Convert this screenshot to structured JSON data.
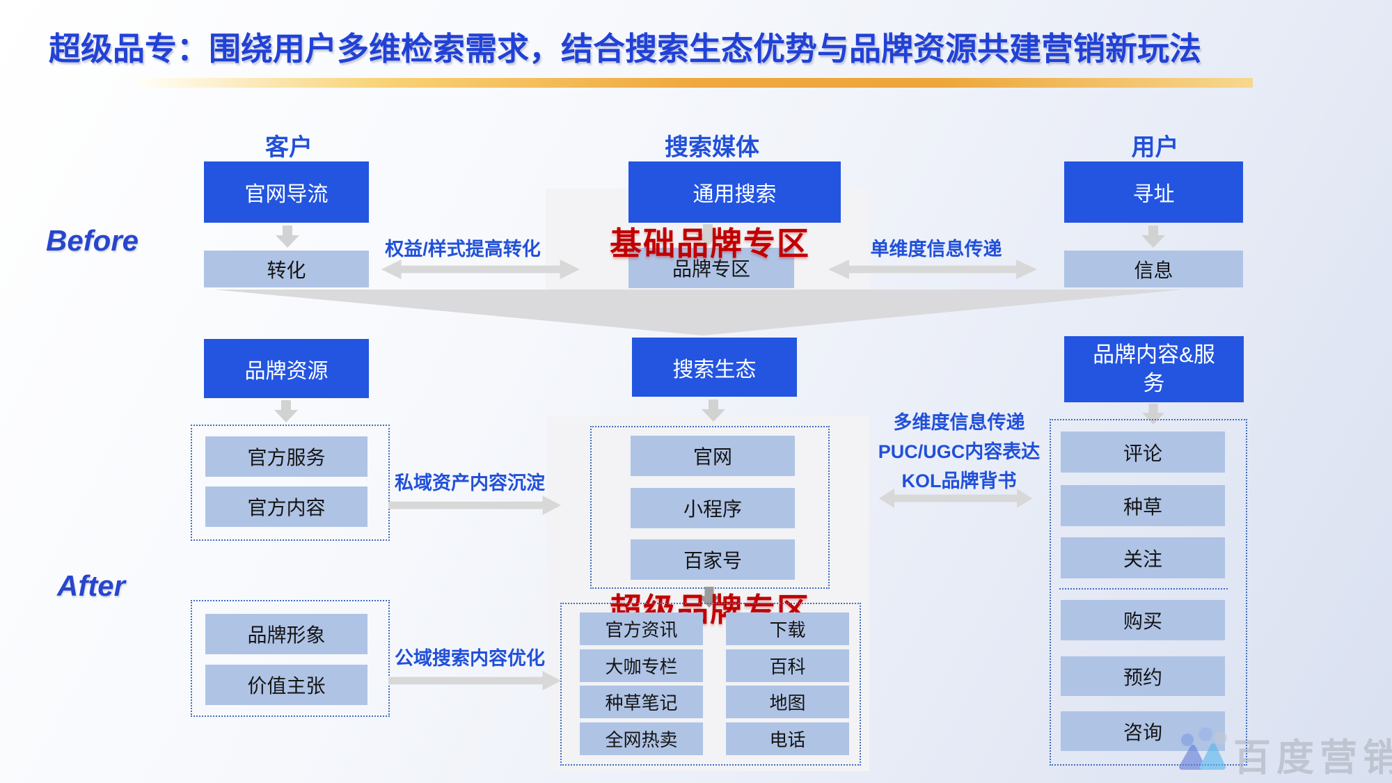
{
  "title": "超级品专：围绕用户多维检索需求，结合搜索生态优势与品牌资源共建营销新玩法",
  "stage_labels": {
    "before": "Before",
    "after": "After"
  },
  "column_headers": {
    "left": "客户",
    "middle": "搜索媒体",
    "right": "用户"
  },
  "before": {
    "left": {
      "top_box": "官网导流",
      "bottom_box": "转化"
    },
    "left_arrow_label": "权益/样式提高转化",
    "middle": {
      "top_box": "通用搜索",
      "overlay": "基础品牌专区",
      "bottom_box": "品牌专区"
    },
    "right_arrow_label": "单维度信息传递",
    "right": {
      "top_box": "寻址",
      "bottom_box": "信息"
    }
  },
  "after": {
    "left": {
      "header_box": "品牌资源",
      "group1": [
        "官方服务",
        "官方内容"
      ],
      "group1_label": "私域资产内容沉淀",
      "group2": [
        "品牌形象",
        "价值主张"
      ],
      "group2_label": "公域搜索内容优化"
    },
    "middle": {
      "header_box": "搜索生态",
      "group1": [
        "官网",
        "小程序",
        "百家号"
      ],
      "overlay": "超级品牌专区",
      "group2_left": [
        "官方资讯",
        "大咖专栏",
        "种草笔记",
        "全网热卖"
      ],
      "group2_right": [
        "下载",
        "百科",
        "地图",
        "电话"
      ]
    },
    "right": {
      "header_box": "品牌内容&服务",
      "link_lines": [
        "多维度信息传递",
        "PUC/UGC内容表达",
        "KOL品牌背书"
      ],
      "group1": [
        "评论",
        "种草",
        "关注"
      ],
      "group2": [
        "购买",
        "预约",
        "咨询"
      ]
    }
  },
  "watermark": {
    "logo": "baidu-marketing-logo",
    "text": "百度营销"
  },
  "colors": {
    "primary_blue": "#2355e0",
    "light_blue_box": "#afc3e5",
    "accent_red": "#c00000",
    "label_blue": "#2150d8",
    "arrow_gray": "#d8d8d8",
    "gold": "#eea63c"
  }
}
